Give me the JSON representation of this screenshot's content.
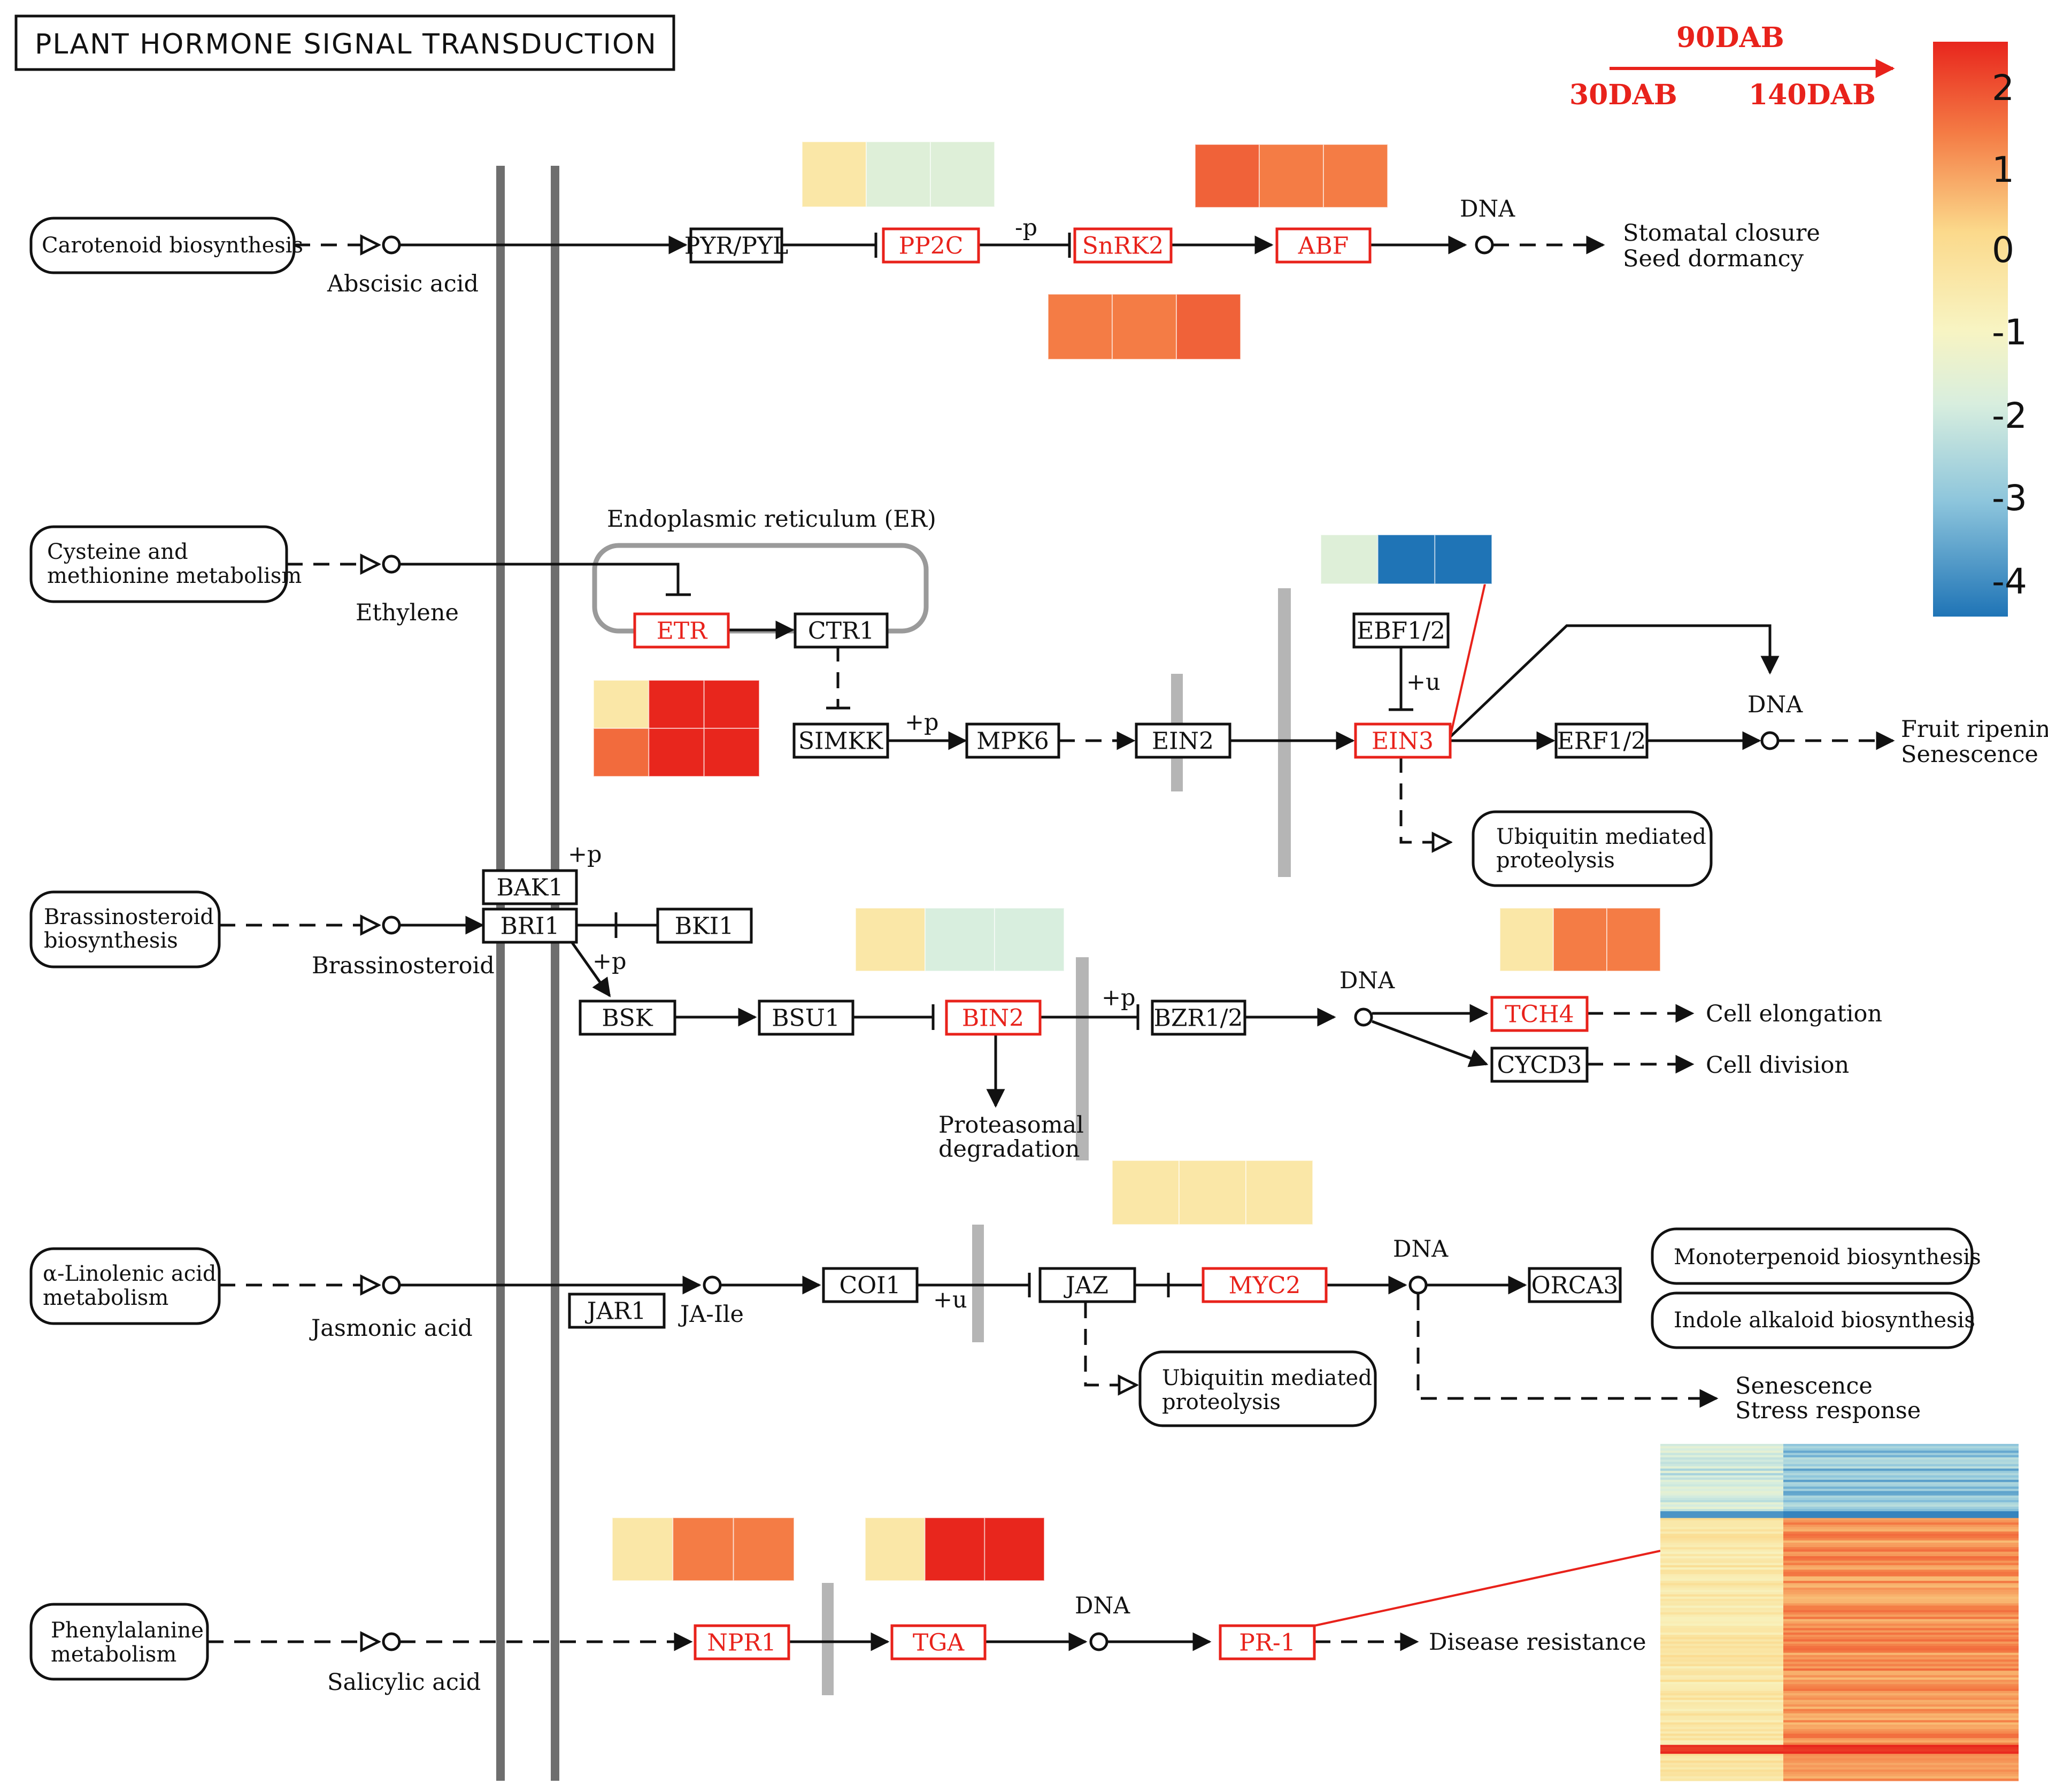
{
  "title": "PLANT HORMONE SIGNAL TRANSDUCTION",
  "legend": {
    "arrow_middle": "90DAB",
    "arrow_start": "30DAB",
    "arrow_end": "140DAB",
    "accent_color": "#e8221b",
    "scale_ticks": [
      "2",
      "1",
      "0",
      "-1",
      "-2",
      "-3",
      "-4"
    ]
  },
  "pathways": {
    "carotenoid": "Carotenoid biosynthesis",
    "cysteine": [
      "Cysteine and",
      "methionine metabolism"
    ],
    "brassinosteroid": [
      "Brassinosteroid",
      "biosynthesis"
    ],
    "linolenic": [
      "α-Linolenic acid",
      "metabolism"
    ],
    "phenylalanine": [
      "Phenylalanine",
      "metabolism"
    ],
    "ubiquitin": [
      "Ubiquitin mediated",
      "proteolysis"
    ],
    "monoterpenoid": "Monoterpenoid biosynthesis",
    "indole": "Indole alkaloid biosynthesis"
  },
  "compounds": {
    "abscisic": "Abscisic acid",
    "ethylene": "Ethylene",
    "brassinosteroid": "Brassinosteroid",
    "jasmonic": "Jasmonic acid",
    "jaile": "JA-Ile",
    "salicylic": "Salicylic acid"
  },
  "genes": {
    "pyr": "PYR/PYL",
    "pp2c": "PP2C",
    "snrk2": "SnRK2",
    "abf": "ABF",
    "etr": "ETR",
    "ctr1": "CTR1",
    "simkk": "SIMKK",
    "mpk6": "MPK6",
    "ein2": "EIN2",
    "ebf": "EBF1/2",
    "ein3": "EIN3",
    "erf": "ERF1/2",
    "bak1": "BAK1",
    "bri1": "BRI1",
    "bki1": "BKI1",
    "bsk": "BSK",
    "bsu1": "BSU1",
    "bin2": "BIN2",
    "bzr": "BZR1/2",
    "tch4": "TCH4",
    "cycd3": "CYCD3",
    "jar1": "JAR1",
    "coi1": "COI1",
    "jaz": "JAZ",
    "myc2": "MYC2",
    "orca3": "ORCA3",
    "npr1": "NPR1",
    "tga": "TGA",
    "pr1": "PR-1"
  },
  "labels": {
    "er": "Endoplasmic reticulum (ER)",
    "dna": "DNA",
    "plus_p": "+p",
    "minus_p": "-p",
    "plus_u": "+u",
    "proteasomal": [
      "Proteasomal",
      "degradation"
    ]
  },
  "outcomes": {
    "stomatal": [
      "Stomatal closure",
      "Seed dormancy"
    ],
    "fruit": [
      "Fruit ripening",
      "Senescence"
    ],
    "elongation": "Cell elongation",
    "division": "Cell division",
    "senescence": [
      "Senescence",
      "Stress response"
    ],
    "disease": "Disease resistance"
  },
  "heat": {
    "pp2c": [
      -0.5,
      -1.8,
      -1.8
    ],
    "snrk2": [
      1.3,
      1.0,
      1.0
    ],
    "abf": [
      1.0,
      1.0,
      1.3
    ],
    "etr": [
      [
        -0.5,
        2.0,
        2.0
      ],
      [
        1.2,
        2.3,
        2.3
      ]
    ],
    "ein3": [
      -1.8,
      -4.0,
      -4.0
    ],
    "bin2": [
      -0.5,
      -2.0,
      -2.0
    ],
    "tch4": [
      -0.5,
      1.0,
      1.0
    ],
    "myc2": [
      -0.5,
      -0.5,
      -0.5
    ],
    "npr1": [
      -0.5,
      1.0,
      1.0
    ],
    "tga": [
      -0.5,
      2.0,
      2.0
    ]
  }
}
